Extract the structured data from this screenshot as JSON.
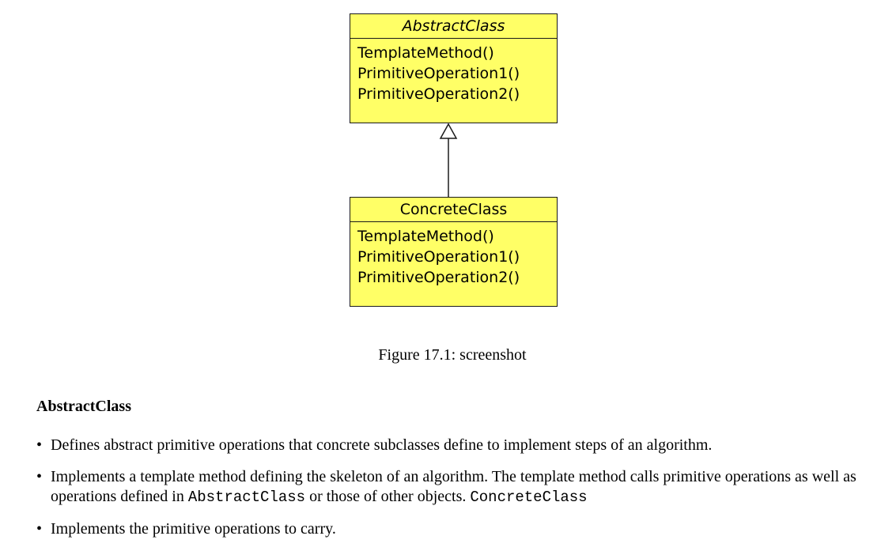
{
  "diagram": {
    "abstract_class": {
      "name": "AbstractClass",
      "operations": [
        "TemplateMethod()",
        "PrimitiveOperation1()",
        "PrimitiveOperation2()"
      ]
    },
    "concrete_class": {
      "name": "ConcreteClass",
      "operations": [
        "TemplateMethod()",
        "PrimitiveOperation1()",
        "PrimitiveOperation2()"
      ]
    },
    "box_color": "#ffff66",
    "caption": "Figure 17.1: screenshot"
  },
  "section": {
    "heading": "AbstractClass",
    "bullets": [
      {
        "text": "Defines abstract primitive operations that concrete subclasses define to implement steps of an algorithm."
      },
      {
        "text_before": "Implements a template method defining the skeleton of an algorithm. The template method calls primitive operations as well as operations defined in ",
        "code1": "AbstractClass",
        "text_middle": " or those of other objects. ",
        "code2": "ConcreteClass"
      },
      {
        "text": "Implements the primitive operations to carry."
      }
    ]
  }
}
